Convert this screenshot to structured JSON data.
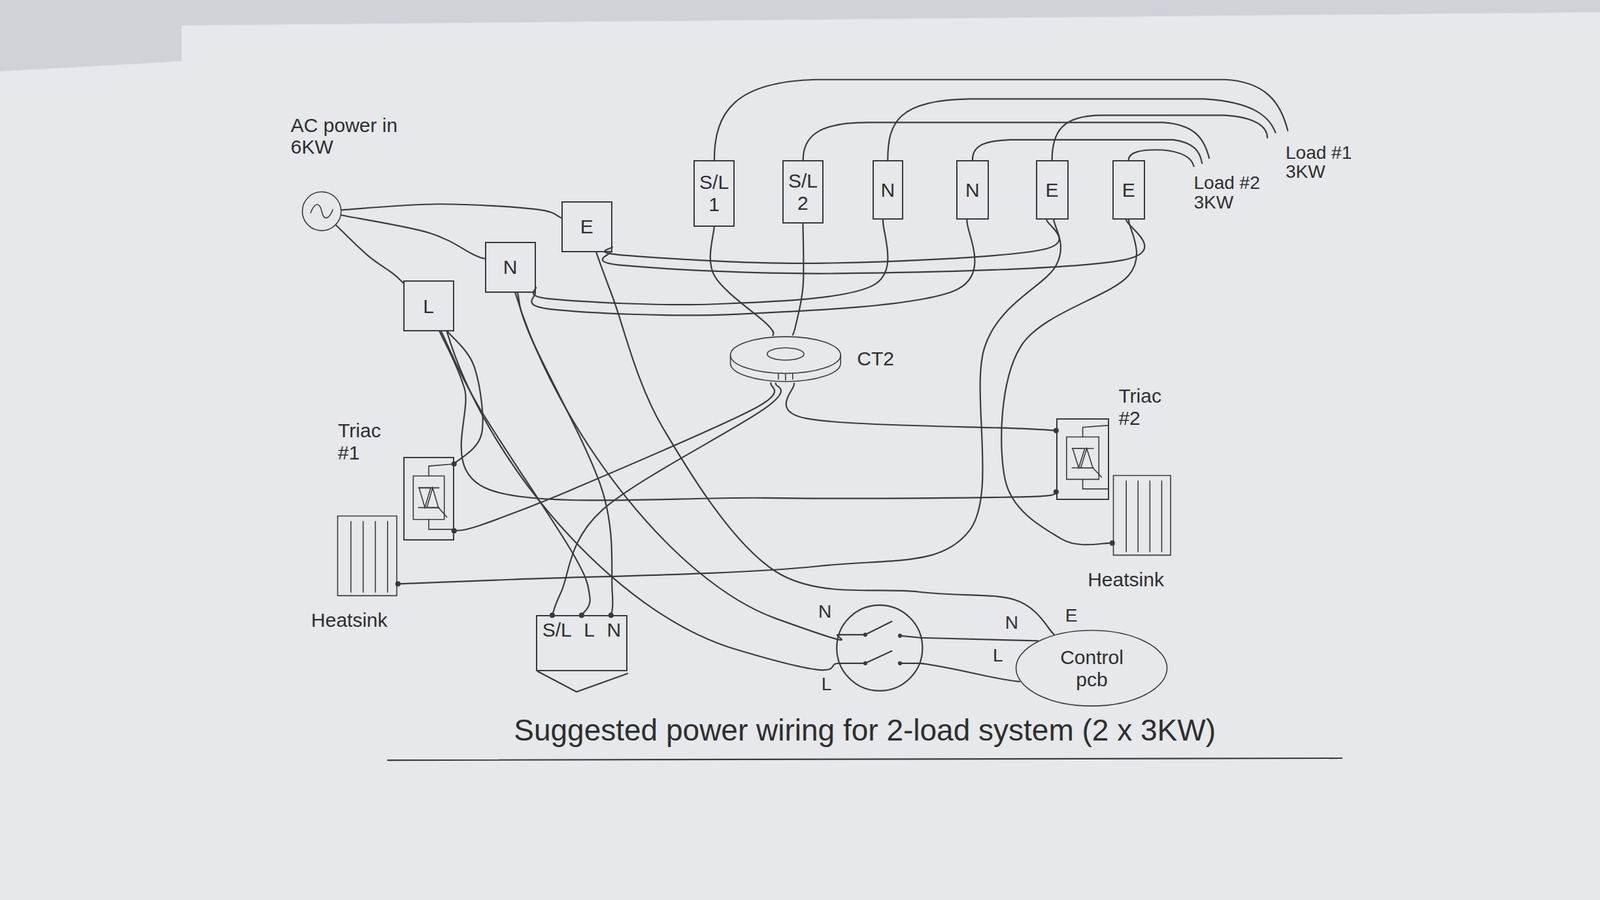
{
  "diagram": {
    "caption": "Suggested power wiring for 2-load system (2 x 3KW)",
    "nodes": [
      {
        "text": [
          "AC power in 6KW"
        ]
      },
      {
        "text": [
          "L"
        ]
      },
      {
        "text": [
          "N"
        ]
      },
      {
        "text": [
          "E"
        ]
      },
      {
        "text": [
          "S/L 1"
        ]
      },
      {
        "text": [
          "S/L 2"
        ]
      },
      {
        "text": [
          "N"
        ]
      },
      {
        "text": [
          "N"
        ]
      },
      {
        "text": [
          "E"
        ]
      },
      {
        "text": [
          "E"
        ]
      },
      {
        "text": [
          "CT2"
        ]
      },
      {
        "text": [
          "Triac #1"
        ]
      },
      {
        "text": [
          "Heatsink"
        ]
      },
      {
        "text": [
          "Triac #2"
        ]
      },
      {
        "text": [
          "Heatsink"
        ]
      },
      {
        "text": [
          "S/L",
          "L",
          "N"
        ]
      },
      {
        "text": [
          "Control pcb"
        ]
      }
    ],
    "edges": [
      {
        "from": 0,
        "to": 3,
        "arrow": "none"
      },
      {
        "from": 0,
        "to": 2,
        "arrow": "none"
      },
      {
        "from": 0,
        "to": 1,
        "arrow": "none"
      },
      {
        "from": 1,
        "to": 11,
        "arrow": "none"
      },
      {
        "from": 1,
        "to": 13,
        "arrow": "none"
      },
      {
        "from": 1,
        "to": 15,
        "arrow": "none"
      },
      {
        "from": 2,
        "to": 6,
        "arrow": "none"
      },
      {
        "from": 2,
        "to": 7,
        "arrow": "none"
      },
      {
        "from": 2,
        "to": 15,
        "arrow": "none"
      },
      {
        "from": 3,
        "to": 8,
        "arrow": "none"
      },
      {
        "from": 3,
        "to": 9,
        "arrow": "none"
      },
      {
        "from": 3,
        "to": 16,
        "arrow": "none"
      },
      {
        "from": 4,
        "to": 10,
        "arrow": "none"
      },
      {
        "from": 5,
        "to": 10,
        "arrow": "none"
      },
      {
        "from": 10,
        "to": 11,
        "arrow": "none"
      },
      {
        "from": 10,
        "to": 13,
        "arrow": "none"
      },
      {
        "from": 10,
        "to": 15,
        "arrow": "none"
      },
      {
        "from": 8,
        "to": 12,
        "arrow": "none"
      },
      {
        "from": 9,
        "to": 14,
        "arrow": "none"
      }
    ],
    "labels": [
      "N",
      "L",
      "E",
      "N",
      "L",
      "Load #1 3KW",
      "Load #2 3KW"
    ]
  }
}
